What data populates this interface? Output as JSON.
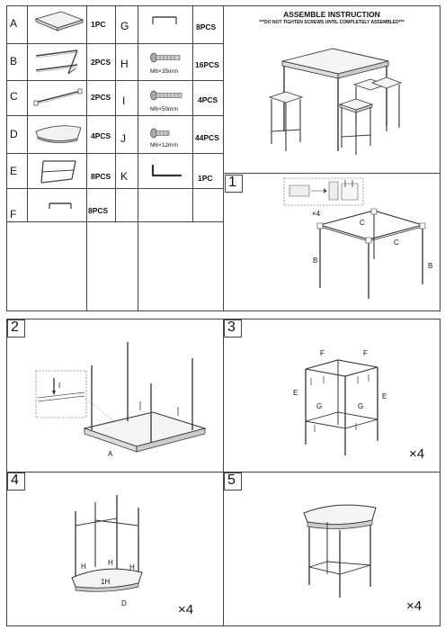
{
  "parts": [
    {
      "letter": "A",
      "qty": "1PC"
    },
    {
      "letter": "B",
      "qty": "2PCS"
    },
    {
      "letter": "C",
      "qty": "2PCS"
    },
    {
      "letter": "D",
      "qty": "4PCS"
    },
    {
      "letter": "E",
      "qty": "8PCS"
    },
    {
      "letter": "F",
      "qty": "8PCS"
    },
    {
      "letter": "G",
      "qty": "8PCS"
    },
    {
      "letter": "H",
      "qty": "16PCS",
      "size": "M6×35mm"
    },
    {
      "letter": "I",
      "qty": "4PCS",
      "size": "M6×50mm"
    },
    {
      "letter": "J",
      "qty": "44PCS",
      "size": "M6×12mm"
    },
    {
      "letter": "K",
      "qty": "1PC"
    }
  ],
  "assembly": {
    "title": "ASSEMBLE INSTRUCTION",
    "note": "***DO NOT TIGHTEN SCREWS UNTIL COMPLETELY ASSEMBLED***"
  },
  "steps": [
    {
      "num": "1",
      "multiplier": "×4",
      "labels": [
        "C",
        "C",
        "B",
        "B"
      ]
    },
    {
      "num": "2",
      "labels": [
        "I",
        "A"
      ]
    },
    {
      "num": "3",
      "multiplier": "×4",
      "labels": [
        "F",
        "F",
        "E",
        "E",
        "G",
        "G"
      ]
    },
    {
      "num": "4",
      "multiplier": "×4",
      "labels": [
        "H",
        "H",
        "H",
        "1H",
        "D"
      ]
    },
    {
      "num": "5",
      "multiplier": "×4"
    }
  ]
}
